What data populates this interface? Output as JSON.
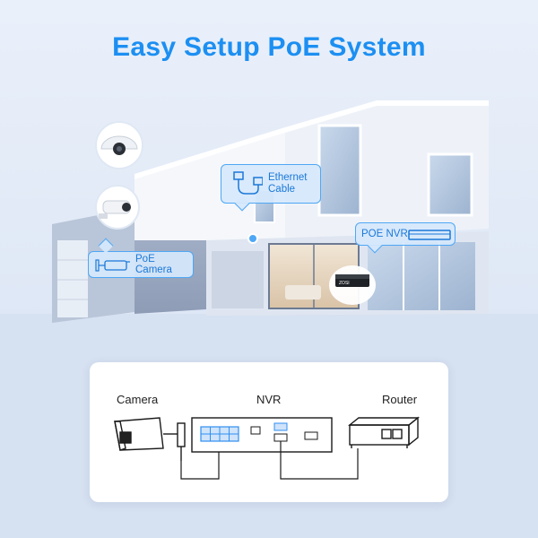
{
  "title": "Easy Setup PoE System",
  "callouts": {
    "ethernet": "Ethernet\nCable",
    "poe_nvr": "POE NVR",
    "poe_camera": "PoE Camera"
  },
  "diagram": {
    "camera_label": "Camera",
    "nvr_label": "NVR",
    "router_label": "Router"
  },
  "device_brand": "ZOSI",
  "colors": {
    "accent": "#1c8ff2",
    "callout_border": "#4ea7f5",
    "callout_text": "#1a78d8",
    "diagram_port": "#cfe3fb",
    "diagram_port_border": "#2f8ff0"
  }
}
